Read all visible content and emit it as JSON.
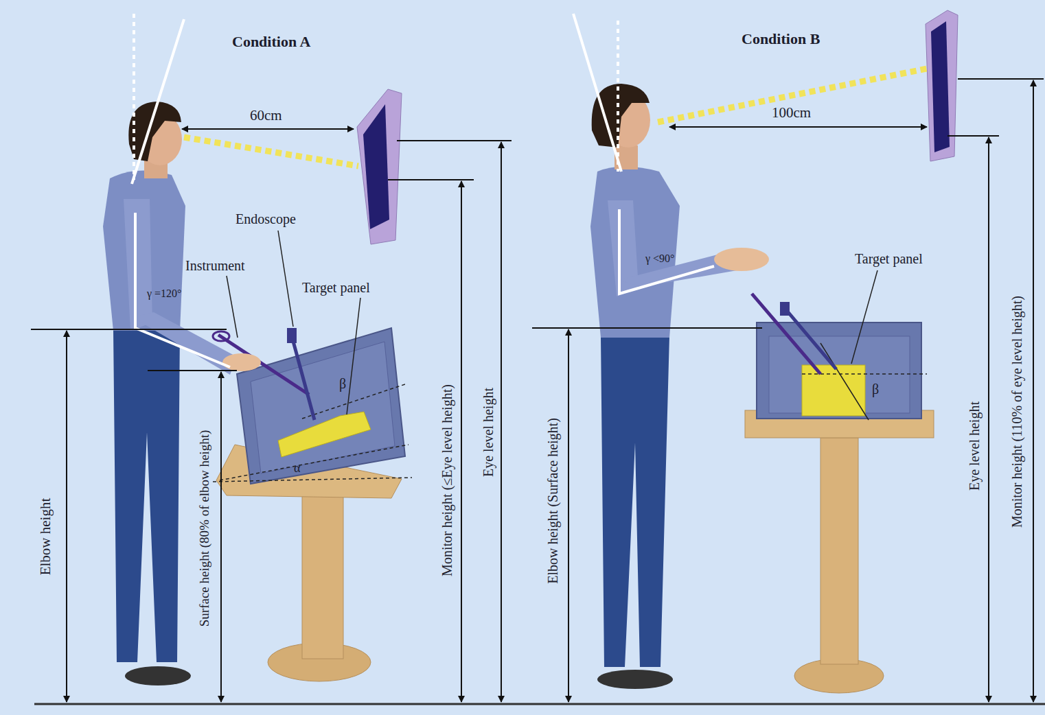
{
  "diagram": {
    "labels": [
      "Condition A",
      "60cm",
      "Condition B",
      "100cm",
      "Endoscope",
      "Instrument",
      "Target panel",
      "β",
      "α",
      "γ =120°",
      "Target panel",
      "β",
      "γ <90°",
      "Elbow height",
      "Surface height (80% of elbow height)",
      "Monitor height (≤Eye level height)",
      "Eye level height",
      "Elbow height (Surface height)",
      "Eye level height",
      "Monitor height (110% of eye level height)"
    ]
  }
}
